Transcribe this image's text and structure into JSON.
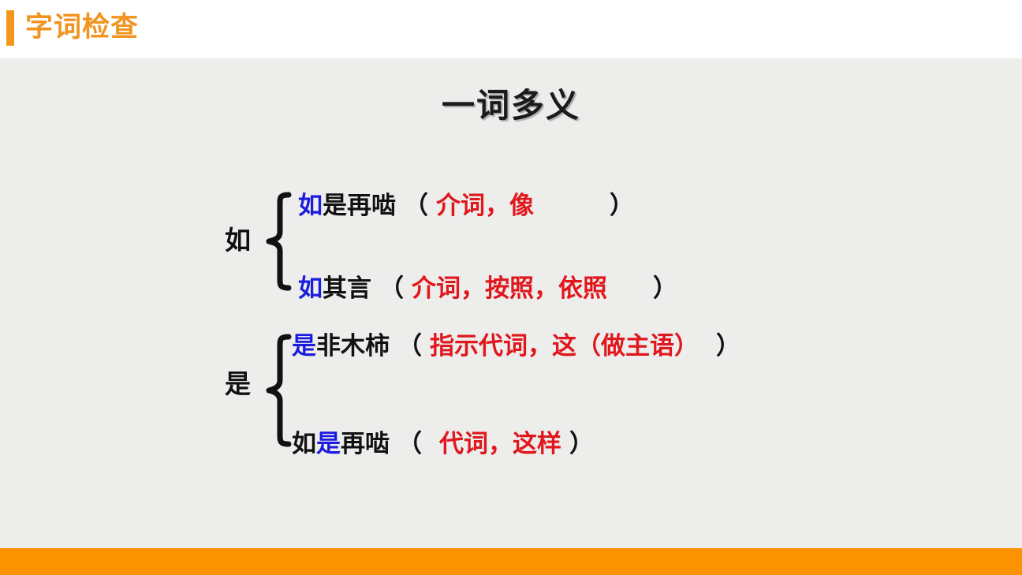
{
  "header": {
    "title": "字词检查",
    "accent_color": "#f4971d",
    "title_color": "#f0941f",
    "background": "#ffffff"
  },
  "slide": {
    "title": "一词多义",
    "background": "#ededec"
  },
  "footer": {
    "color": "#fb9200"
  },
  "colors": {
    "highlight_blue": "#1c1cdd",
    "explanation_red": "#e0171c",
    "text_black": "#111111"
  },
  "groups": [
    {
      "label": "如",
      "entries": [
        {
          "key_char": "如",
          "rest": "是再啮",
          "key_position": "first",
          "open_paren": "（",
          "explanation": "介词，像",
          "close_paren": "）"
        },
        {
          "key_char": "如",
          "rest": "其言",
          "key_position": "first",
          "open_paren": "（",
          "explanation": "介词，按照，依照",
          "close_paren": "）"
        }
      ]
    },
    {
      "label": "是",
      "entries": [
        {
          "key_char": "是",
          "rest": "非木柿",
          "key_position": "first",
          "open_paren": "（",
          "explanation": "指示代词，这（做主语）",
          "close_paren": "）"
        },
        {
          "prefix": "如",
          "key_char": "是",
          "rest": "再啮",
          "key_position": "middle",
          "open_paren": "（",
          "explanation": "代词，这样",
          "close_paren": "）"
        }
      ]
    }
  ]
}
